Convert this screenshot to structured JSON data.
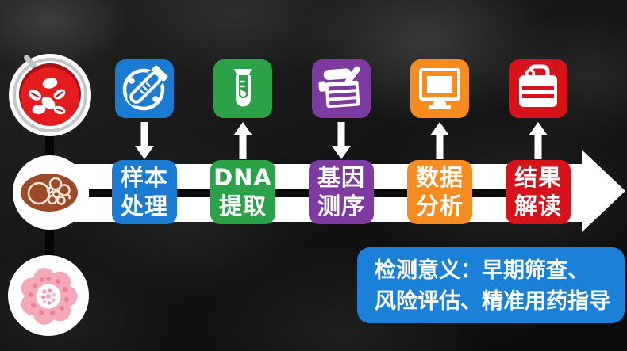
{
  "process_flow": {
    "flow_direction": "left-to-right",
    "steps": [
      {
        "name": "sample-processing",
        "line1": "样本",
        "line2": "处理",
        "color": "#1b7ad1",
        "icon": "petri-dish-test-tube-icon",
        "arrow_direction": "down"
      },
      {
        "name": "dna-extraction",
        "line1": "DNA",
        "line2": "提取",
        "color": "#2ba148",
        "icon": "test-tube-icon",
        "arrow_direction": "up"
      },
      {
        "name": "gene-sequencing",
        "line1": "基因",
        "line2": "测序",
        "color": "#7d3aa1",
        "icon": "sequencer-machine-icon",
        "arrow_direction": "down"
      },
      {
        "name": "data-analysis",
        "line1": "数据",
        "line2": "分析",
        "color": "#f68b1f",
        "icon": "computer-monitor-icon",
        "arrow_direction": "up"
      },
      {
        "name": "result-interpretation",
        "line1": "结果",
        "line2": "解读",
        "color": "#d6121b",
        "icon": "toolbox-report-icon",
        "arrow_direction": "up"
      }
    ]
  },
  "specimens": [
    {
      "name": "petri-dish-blood-sample"
    },
    {
      "name": "tissue-biopsy-sample"
    },
    {
      "name": "cell-sample"
    }
  ],
  "info_box": {
    "line1": "检测意义：早期筛查、",
    "line2": "风险评估、精准用药指导",
    "background_color": "#1a80d8",
    "text_color": "#ffffff"
  },
  "colors": {
    "flow_arrow": "#ffffff",
    "timeline_stripe": "#0a0a0a",
    "background": "#121212"
  }
}
